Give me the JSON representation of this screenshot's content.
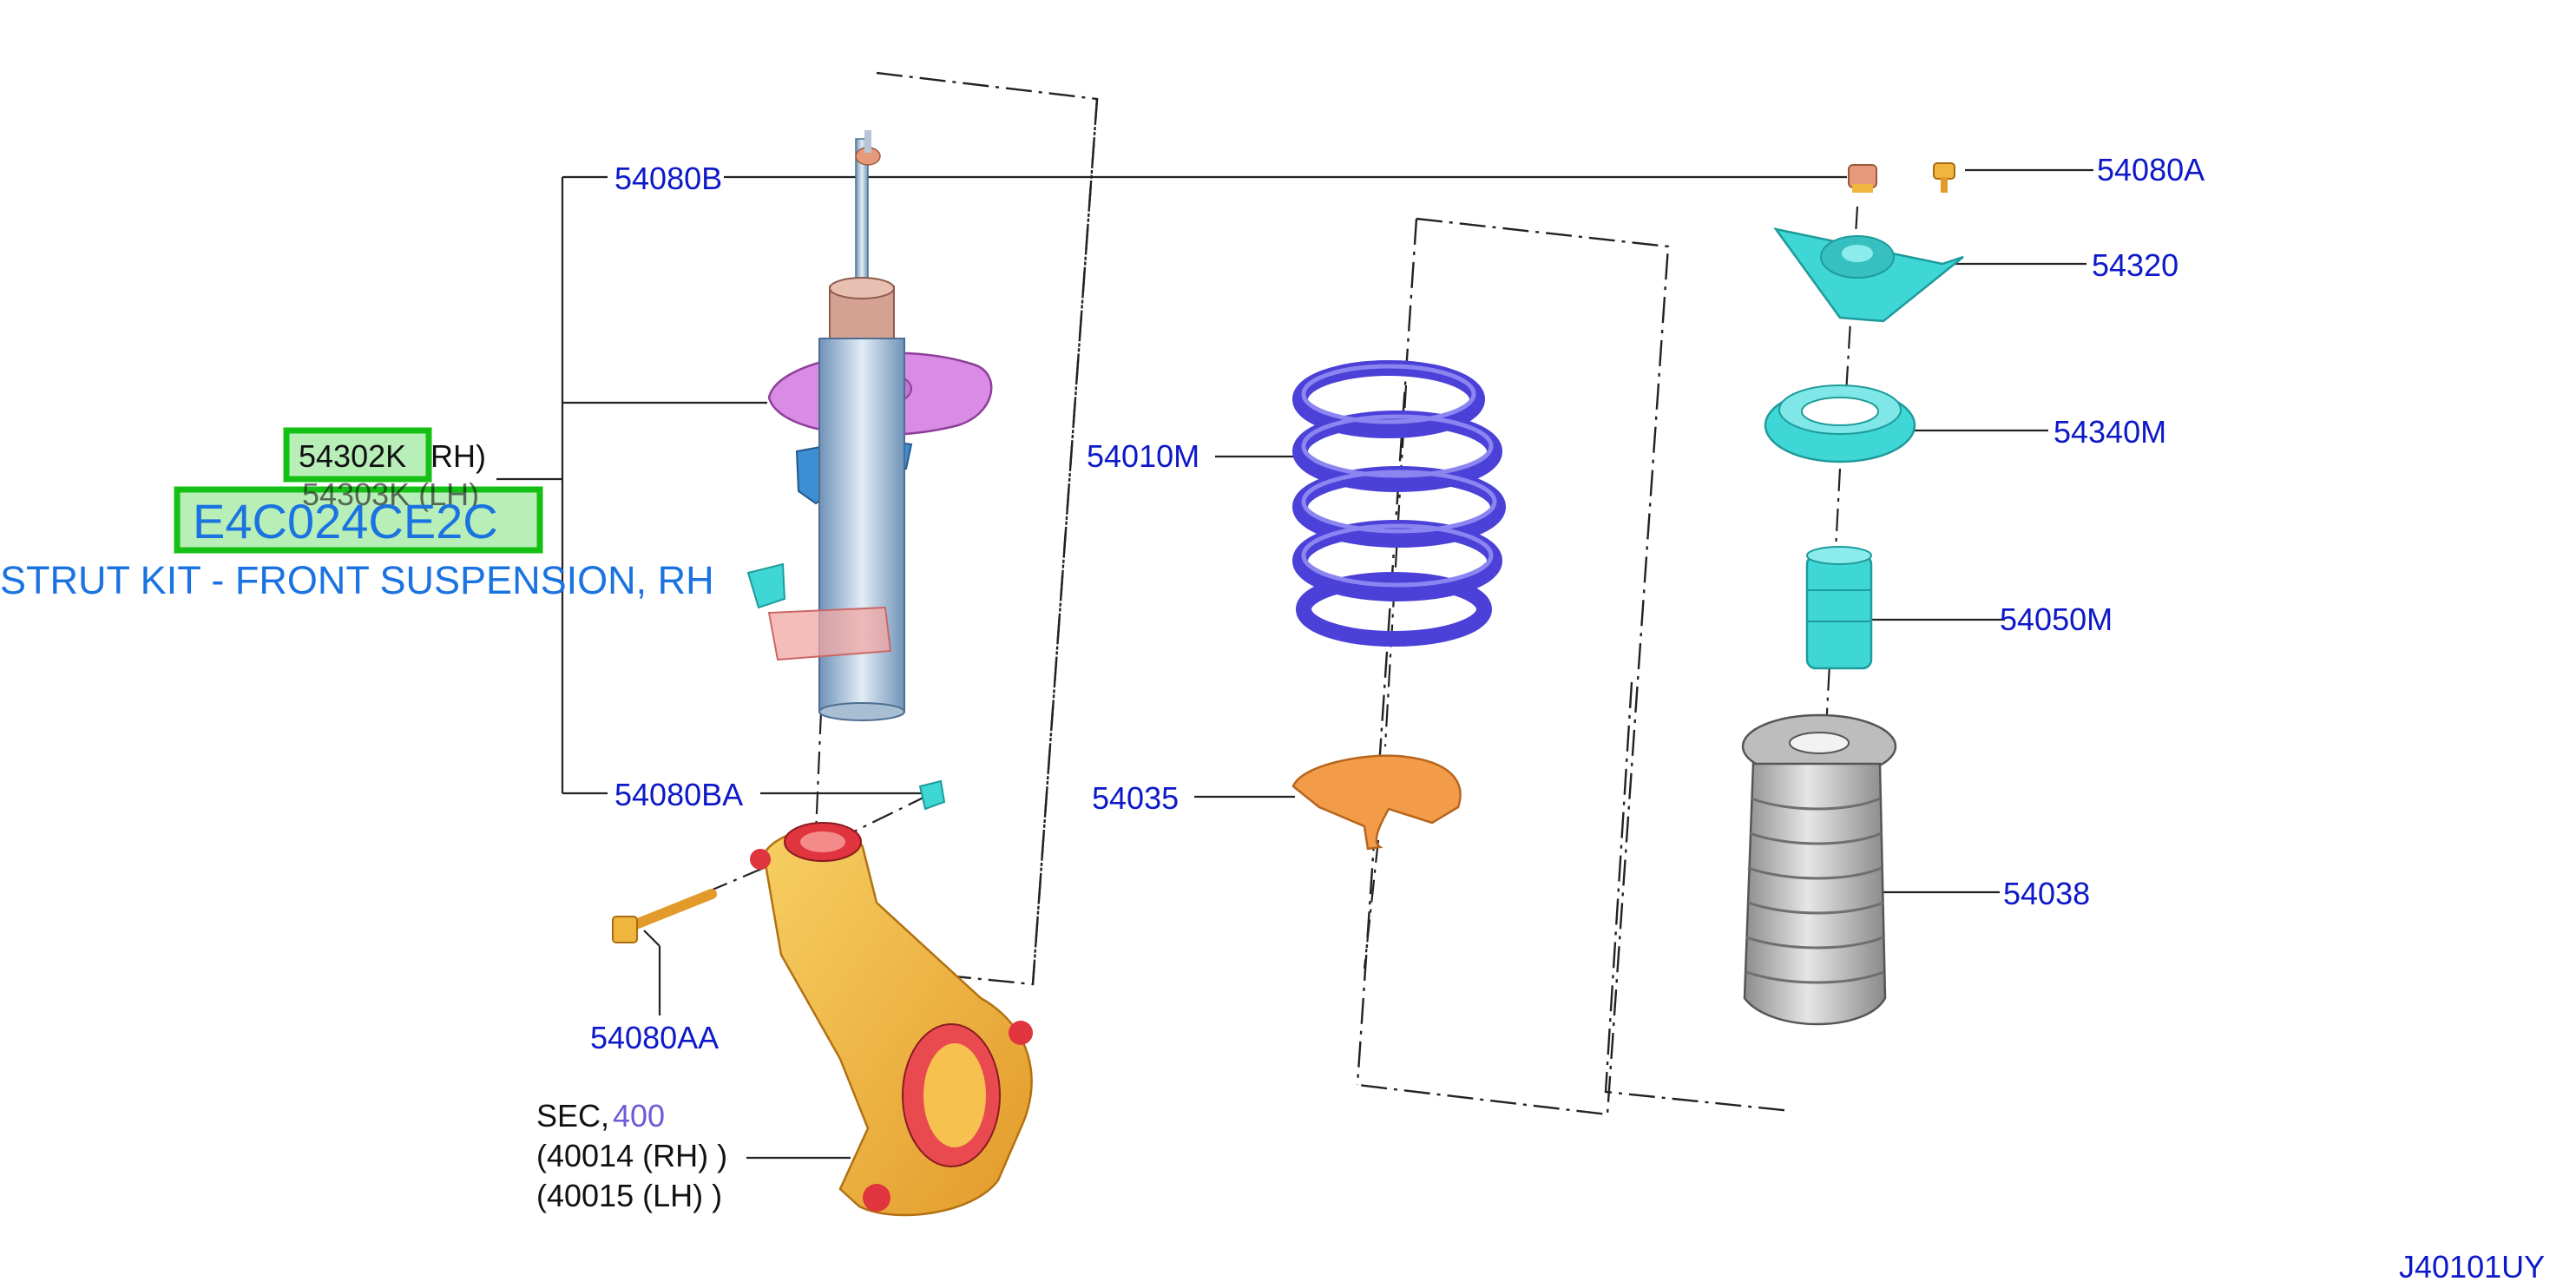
{
  "diagram_code": "J40101UY",
  "callouts": {
    "p54080B": "54080B",
    "p54080A": "54080A",
    "p54320": "54320",
    "p54340M": "54340M",
    "p54010M": "54010M",
    "p54050M": "54050M",
    "p54035": "54035",
    "p54038": "54038",
    "p54080BA": "54080BA",
    "p54080AA": "54080AA",
    "p54302K": "54302K",
    "p54302K_side": "RH)",
    "p54303K": "54303K (LH)"
  },
  "section_ref": {
    "prefix": "SEC,",
    "number": "400",
    "rh": "(40014 (RH) )",
    "lh": "(40015 (LH) )"
  },
  "highlight": {
    "code": "E4C024CE2C",
    "description": "STRUT KIT - FRONT SUSPENSION, RH"
  },
  "colors": {
    "callout_text": "#0d19c8",
    "highlight_green": "#15c015",
    "highlight_text": "#1a73e0",
    "strut_mount": "#d98be6",
    "spring": "#4b40d8",
    "cyan_parts": "#3fd6d6",
    "knuckle": "#f0b53c",
    "bumper_boot": "#a9a9a9",
    "orange_seat": "#f29c4a"
  }
}
